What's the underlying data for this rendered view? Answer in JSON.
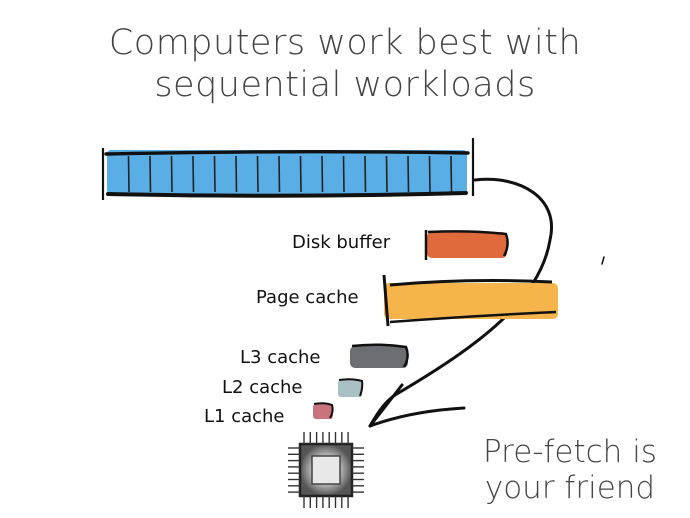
{
  "title": {
    "line1": "Computers work best with",
    "line2": "sequential workloads"
  },
  "labels": {
    "disk_buffer": "Disk buffer",
    "page_cache": "Page cache",
    "l3_cache": "L3 cache",
    "l2_cache": "L2 cache",
    "l1_cache": "L1 cache"
  },
  "tagline": {
    "line1": "Pre-fetch is",
    "line2": "your friend"
  },
  "colors": {
    "disk_stream": "#5aaee6",
    "disk_buffer": "#e06a3c",
    "page_cache": "#f5b54a",
    "l3_cache": "#6b6e72",
    "l2_cache": "#a9c0c4",
    "l1_cache": "#c9737d",
    "ink": "#111111"
  },
  "icons": {
    "disk": "disk-stream-icon",
    "cpu": "cpu-chip-icon",
    "arrow": "curved-arrow-icon"
  }
}
